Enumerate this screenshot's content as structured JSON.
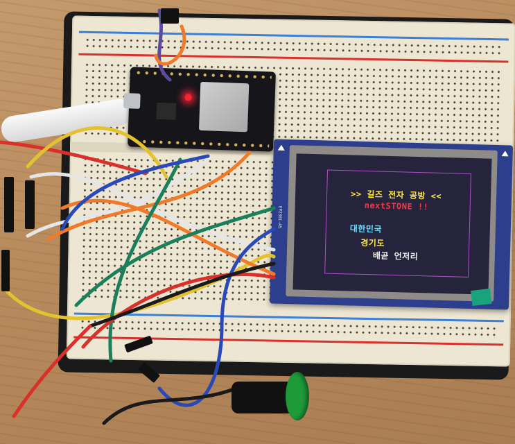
{
  "photo": {
    "subject": "ESP32 dev board wired on a breadboard to a TFT LCD module and a green push button",
    "lcd_text": {
      "title": ">> 길즈 전자 공방 <<",
      "brand": "nextSTONE !!",
      "country": "대한민국",
      "province": "경기도",
      "city": "배곧 언저리"
    },
    "lcd_board_label": "EP2301-A5"
  },
  "colors": {
    "lcd_background": "#26243c",
    "lcd_frame_line": "#b24ec8",
    "title_color": "#ffe94a",
    "brand_color": "#ff3340",
    "country_color": "#63e0ff",
    "city_color": "#f2f2f2",
    "led_color": "#ff2030",
    "lcd_pcb": "#2d3f8c",
    "button_cap": "#1e9a3a"
  }
}
